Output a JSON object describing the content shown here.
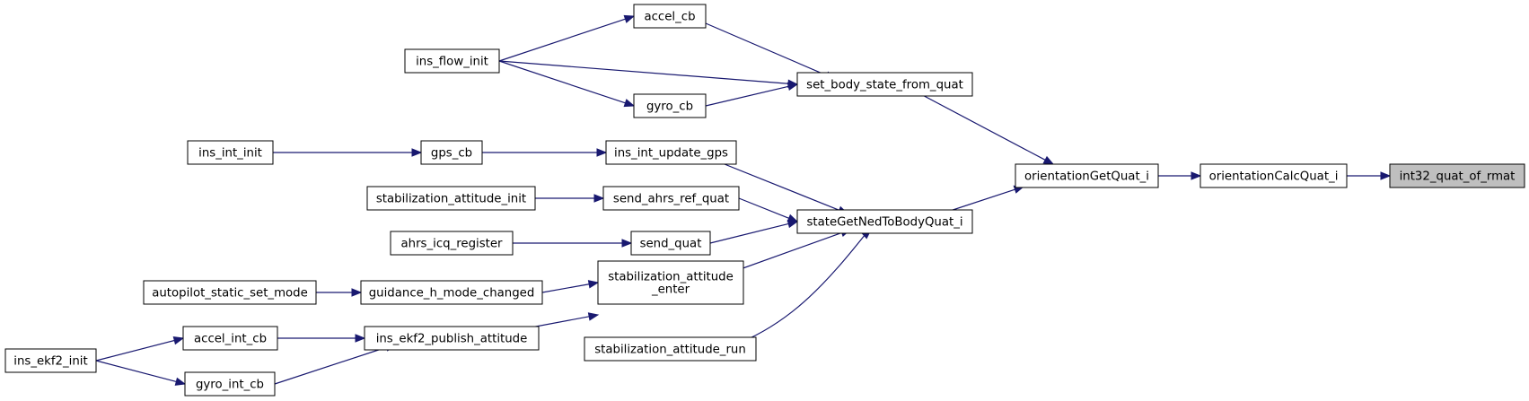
{
  "diagram": {
    "nodes": [
      {
        "id": "n0",
        "label": "int32_quat_of_rmat",
        "highlight": true
      },
      {
        "id": "n1",
        "label": "orientationCalcQuat_i"
      },
      {
        "id": "n2",
        "label": "orientationGetQuat_i"
      },
      {
        "id": "n3",
        "label": "set_body_state_from_quat"
      },
      {
        "id": "n4",
        "label": "stateGetNedToBodyQuat_i"
      },
      {
        "id": "n5",
        "label": "accel_cb"
      },
      {
        "id": "n6",
        "label": "ins_flow_init"
      },
      {
        "id": "n7",
        "label": "gyro_cb"
      },
      {
        "id": "n8",
        "label": "ins_int_update_gps"
      },
      {
        "id": "n9",
        "label": "gps_cb"
      },
      {
        "id": "n10",
        "label": "ins_int_init"
      },
      {
        "id": "n11",
        "label": "send_ahrs_ref_quat"
      },
      {
        "id": "n12",
        "label": "stabilization_attitude_init"
      },
      {
        "id": "n13",
        "label": "send_quat"
      },
      {
        "id": "n14",
        "label": "ahrs_icq_register"
      },
      {
        "id": "n15",
        "label": "stabilization_attitude\n_enter"
      },
      {
        "id": "n16",
        "label": "guidance_h_mode_changed"
      },
      {
        "id": "n17",
        "label": "autopilot_static_set_mode"
      },
      {
        "id": "n18",
        "label": "ins_ekf2_publish_attitude"
      },
      {
        "id": "n19",
        "label": "accel_int_cb"
      },
      {
        "id": "n20",
        "label": "ins_ekf2_init"
      },
      {
        "id": "n21",
        "label": "gyro_int_cb"
      },
      {
        "id": "n22",
        "label": "stabilization_attitude_run"
      }
    ],
    "edges": [
      {
        "from": "n1",
        "to": "n0"
      },
      {
        "from": "n2",
        "to": "n1"
      },
      {
        "from": "n3",
        "to": "n2"
      },
      {
        "from": "n4",
        "to": "n2"
      },
      {
        "from": "n5",
        "to": "n3"
      },
      {
        "from": "n6",
        "to": "n3"
      },
      {
        "from": "n7",
        "to": "n3"
      },
      {
        "from": "n6",
        "to": "n5"
      },
      {
        "from": "n6",
        "to": "n7"
      },
      {
        "from": "n8",
        "to": "n4"
      },
      {
        "from": "n11",
        "to": "n4"
      },
      {
        "from": "n13",
        "to": "n4"
      },
      {
        "from": "n15",
        "to": "n4"
      },
      {
        "from": "n22",
        "to": "n4"
      },
      {
        "from": "n9",
        "to": "n8"
      },
      {
        "from": "n10",
        "to": "n9"
      },
      {
        "from": "n12",
        "to": "n11"
      },
      {
        "from": "n14",
        "to": "n13"
      },
      {
        "from": "n16",
        "to": "n15"
      },
      {
        "from": "n18",
        "to": "n15"
      },
      {
        "from": "n17",
        "to": "n16"
      },
      {
        "from": "n19",
        "to": "n18"
      },
      {
        "from": "n21",
        "to": "n18"
      },
      {
        "from": "n20",
        "to": "n19"
      },
      {
        "from": "n20",
        "to": "n21"
      }
    ]
  }
}
